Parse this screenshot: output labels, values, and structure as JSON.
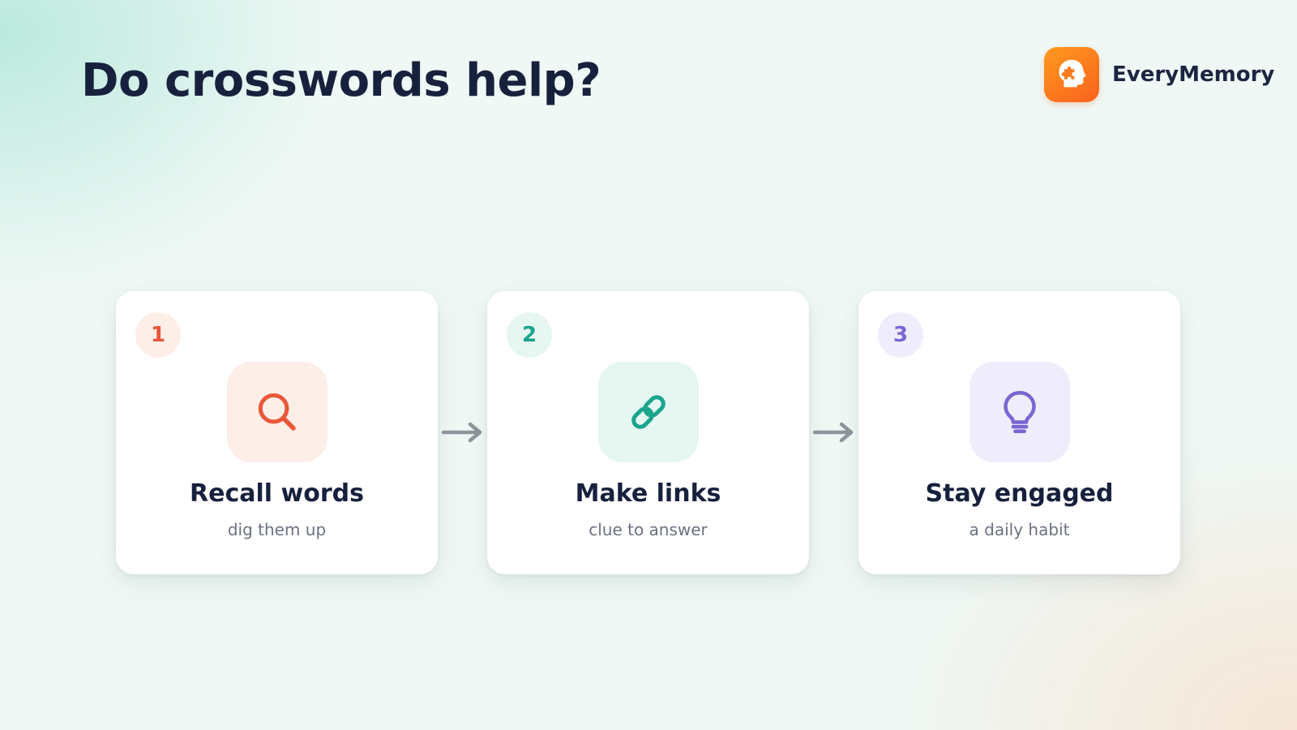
{
  "title": "Do crosswords help?",
  "brand": {
    "name": "EveryMemory",
    "logo_icon": "head-puzzle-icon",
    "logo_colors": [
      "#ff9a1f",
      "#f9611e"
    ]
  },
  "steps": [
    {
      "number": "1",
      "title": "Recall words",
      "subtitle": "dig them up",
      "icon": "search-icon",
      "accent": "#e9573a",
      "tint": "#fdeee8"
    },
    {
      "number": "2",
      "title": "Make links",
      "subtitle": "clue to answer",
      "icon": "link-icon",
      "accent": "#19a58e",
      "tint": "#e6f6f1"
    },
    {
      "number": "3",
      "title": "Stay engaged",
      "subtitle": "a daily habit",
      "icon": "lightbulb-icon",
      "accent": "#7b65d3",
      "tint": "#efedfb"
    }
  ],
  "connector_color": "#8e959c"
}
